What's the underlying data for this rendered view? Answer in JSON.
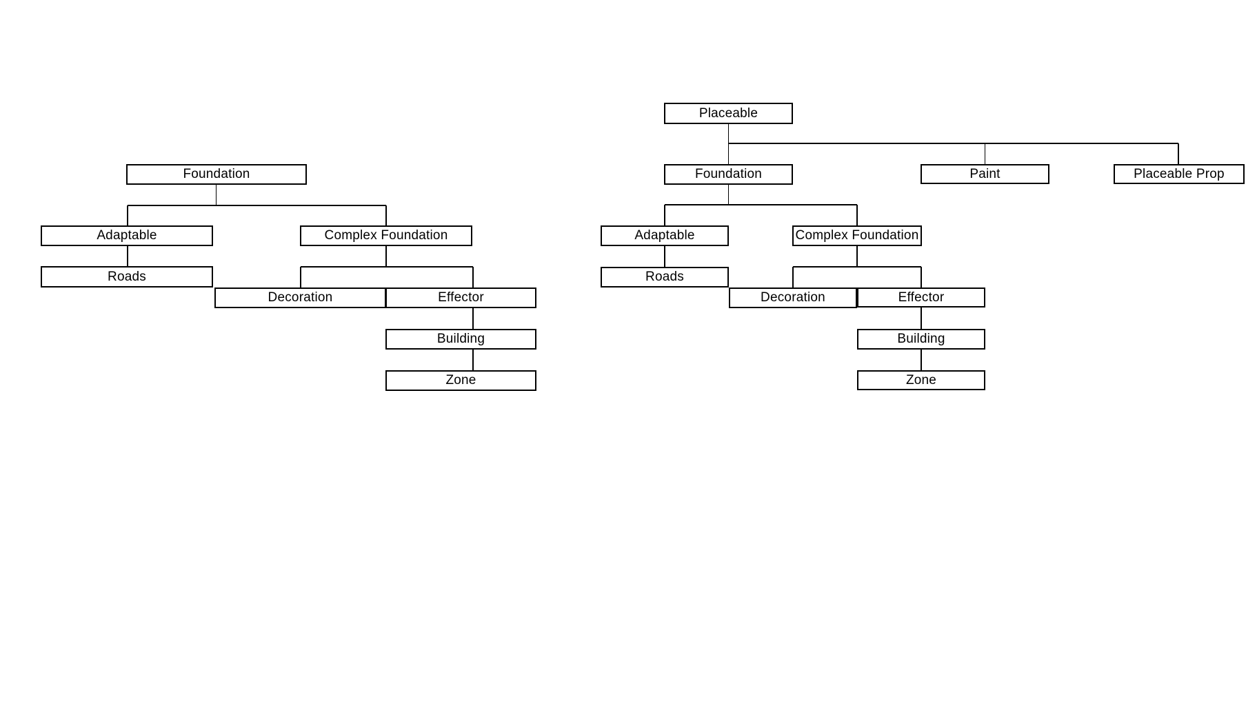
{
  "background_color": "#ffffff",
  "box_style": {
    "border_color": "#000000",
    "fill_color": "#ffffff",
    "text_color": "#000000",
    "connector_color": "#000000"
  },
  "diagrams": {
    "left": {
      "name": "foundation-hierarchy",
      "nodes": {
        "foundation": {
          "label": "Foundation"
        },
        "adaptable": {
          "label": "Adaptable"
        },
        "complex_foundation": {
          "label": "Complex Foundation"
        },
        "roads": {
          "label": "Roads"
        },
        "decoration": {
          "label": "Decoration"
        },
        "effector": {
          "label": "Effector"
        },
        "building": {
          "label": "Building"
        },
        "zone": {
          "label": "Zone"
        }
      },
      "edges": [
        [
          "Foundation",
          "Adaptable"
        ],
        [
          "Foundation",
          "Complex Foundation"
        ],
        [
          "Adaptable",
          "Roads"
        ],
        [
          "Complex Foundation",
          "Decoration"
        ],
        [
          "Complex Foundation",
          "Effector"
        ],
        [
          "Effector",
          "Building"
        ],
        [
          "Building",
          "Zone"
        ]
      ]
    },
    "right": {
      "name": "placeable-hierarchy",
      "nodes": {
        "placeable": {
          "label": "Placeable"
        },
        "foundation": {
          "label": "Foundation"
        },
        "paint": {
          "label": "Paint"
        },
        "placeable_prop": {
          "label": "Placeable Prop"
        },
        "adaptable": {
          "label": "Adaptable"
        },
        "complex_foundation": {
          "label": "Complex Foundation"
        },
        "roads": {
          "label": "Roads"
        },
        "decoration": {
          "label": "Decoration"
        },
        "effector": {
          "label": "Effector"
        },
        "building": {
          "label": "Building"
        },
        "zone": {
          "label": "Zone"
        }
      },
      "edges": [
        [
          "Placeable",
          "Foundation"
        ],
        [
          "Placeable",
          "Paint"
        ],
        [
          "Placeable",
          "Placeable Prop"
        ],
        [
          "Foundation",
          "Adaptable"
        ],
        [
          "Foundation",
          "Complex Foundation"
        ],
        [
          "Adaptable",
          "Roads"
        ],
        [
          "Complex Foundation",
          "Decoration"
        ],
        [
          "Complex Foundation",
          "Effector"
        ],
        [
          "Effector",
          "Building"
        ],
        [
          "Building",
          "Zone"
        ]
      ]
    }
  }
}
